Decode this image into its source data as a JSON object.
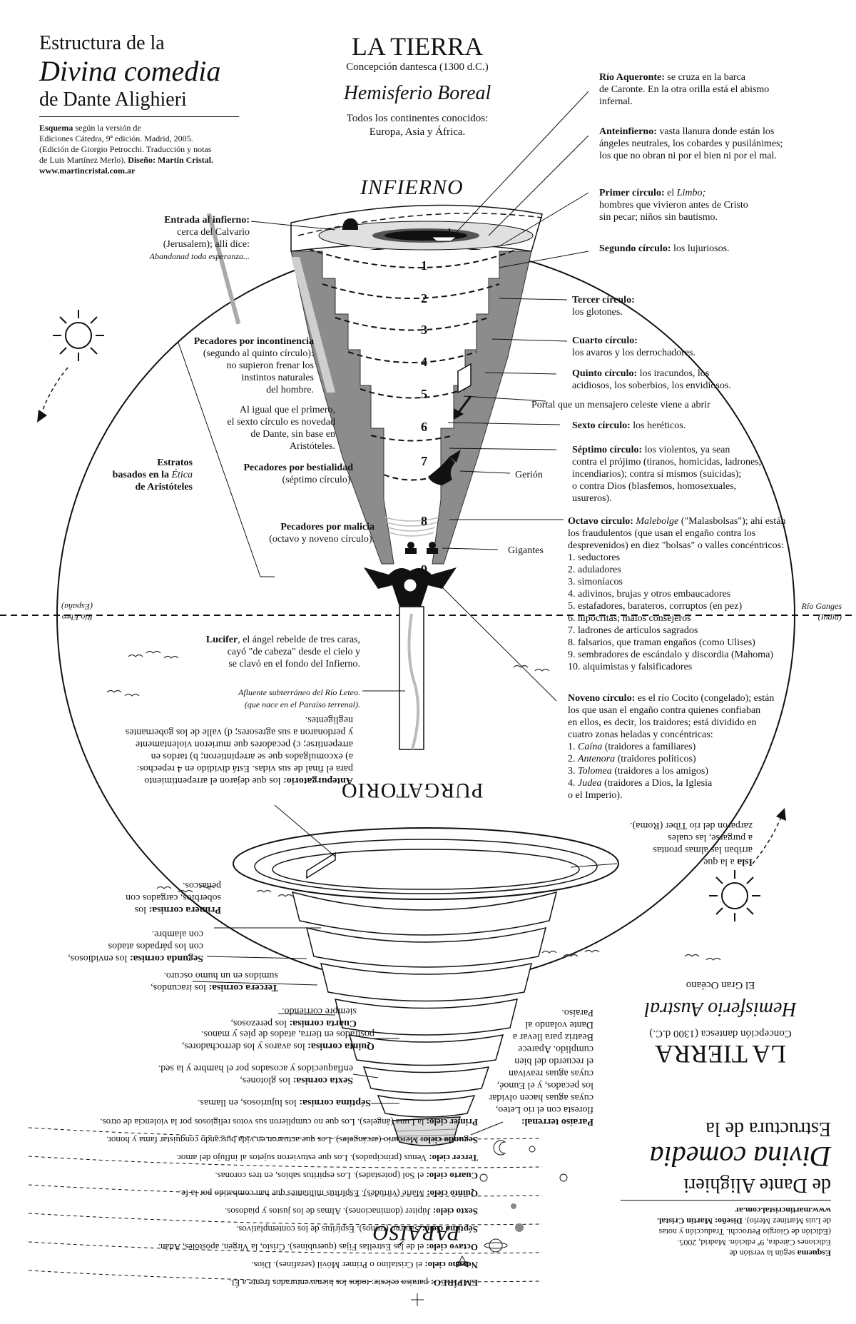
{
  "title_block": {
    "line1": "Estructura de la",
    "line2": "Divina comedia",
    "line3": "de Dante Alighieri",
    "credits_bold": "Esquema",
    "credits_1": " según la versión de",
    "credits_2": "Ediciones Cátedra, 9ª edición. Madrid, 2005.",
    "credits_3": "(Edición de Giorgio Petrocchi. Traducción y notas",
    "credits_4": "de Luis Martínez Merlo).",
    "credits_design": " Diseño: Martín Cristal.",
    "url": "www.martincristal.com.ar"
  },
  "earth_block": {
    "title": "LA TIERRA",
    "subtitle": "Concepción dantesca (1300 d.C.)",
    "hemisphere": "Hemisferio Boreal",
    "continents_1": "Todos los continentes conocidos:",
    "continents_2": "Europa, Asia y África."
  },
  "austral_block": {
    "title": "LA TIERRA",
    "subtitle": "Concepción dantesca (1300 d.C.)",
    "hemisphere": "Hemisferio Austral",
    "ocean": "El Gran Océano"
  },
  "sections": {
    "inferno": "INFIERNO",
    "purgatory": "PURGATORIO",
    "paradise": "PARAÍSO"
  },
  "circle_numbers": [
    "1",
    "2",
    "3",
    "4",
    "5",
    "6",
    "7",
    "8",
    "9"
  ],
  "left_notes": {
    "entrance_title": "Entrada al infierno:",
    "entrance_1": "cerca del Calvario",
    "entrance_2": "(Jerusalem); allí dice:",
    "entrance_3": "Abandonad toda esperanza...",
    "incont_title": "Pecadores por incontinencia",
    "incont_1": "(segundo al quinto círculo):",
    "incont_2": "no supieron frenar los",
    "incont_3": "instintos naturales",
    "incont_4": "del hombre.",
    "sixth_1": "Al igual que el primero,",
    "sixth_2": "el sexto círculo es novedad",
    "sixth_3": "de Dante, sin base en",
    "sixth_4": "Aristóteles.",
    "strata_1": "Estratos",
    "strata_2a": "basados en la ",
    "strata_2b": "Ética",
    "strata_3": "de Aristóteles",
    "bestial_title": "Pecadores por bestialidad",
    "bestial_1": "(séptimo círculo).",
    "malice_title": "Pecadores por malicia",
    "malice_1": "(octavo y noveno círculo).",
    "lucifer_title": "Lucifer",
    "lucifer_1": ", el ángel rebelde de tres caras,",
    "lucifer_2": "cayó \"de cabeza\" desde el cielo y",
    "lucifer_3": "se clavó en el fondo del Infierno.",
    "lete_1": "Afluente subterráneo del Río Leteo.",
    "lete_2": "(que nace en el Paraíso terrenal)."
  },
  "right_notes": {
    "acheron_title": "Río Aqueronte:",
    "acheron_1": " se cruza en la barca",
    "acheron_2": "de Caronte. En la otra orilla está el abismo",
    "acheron_3": "infernal.",
    "ante_title": "Anteinfierno:",
    "ante_1": " vasta llanura donde están los",
    "ante_2": "ángeles neutrales, los cobardes y pusilánimes;",
    "ante_3": "los que no obran ni por el bien ni por el mal.",
    "c1_title": "Primer círculo:",
    "c1_a": " el ",
    "c1_b": "Limbo;",
    "c1_2": "hombres que vivieron antes de Cristo",
    "c1_3": "sin pecar; niños sin bautismo.",
    "c2_title": "Segundo círculo:",
    "c2_1": " los lujuriosos.",
    "c3_title": "Tercer círculo:",
    "c3_1": "los glotones.",
    "c4_title": "Cuarto círculo:",
    "c4_1": "los avaros y los derrochadores.",
    "c5_title": "Quinto círculo:",
    "c5_1": " los iracundos, los",
    "c5_2": "acidiosos, los soberbios, los envidiosos.",
    "portal": "Portal que un mensajero celeste viene a abrir",
    "c6_title": "Sexto círculo:",
    "c6_1": " los heréticos.",
    "c7_title": "Séptimo círculo:",
    "c7_1": " los violentos, ya sean",
    "c7_2": "contra el prójimo (tiranos, homicidas, ladrones,",
    "c7_3": "incendiarios); contra sí mismos (suicidas);",
    "c7_4": "o contra Dios (blasfemos, homosexuales,",
    "c7_5": "usureros).",
    "gerion": "Gerión",
    "gigantes": "Gigantes",
    "c8_title": "Octavo círculo:",
    "c8_a": " ",
    "c8_b": "Malebolge",
    "c8_c": " (\"Malasbolsas\"); ahí están",
    "c8_2": "los fraudulentos (que usan el engaño contra los",
    "c8_3": "desprevenidos) en diez \"bolsas\" o valles concéntricos:",
    "c8_list": [
      "1. seductores",
      "2. aduladores",
      "3. simoníacos",
      "4. adivinos, brujas y otros embaucadores",
      "5. estafadores, barateros, corruptos (en pez)",
      "6. hipócritas; malos consejeros",
      "7. ladrones de artículos sagrados",
      "8. falsarios, que traman engaños (como Ulises)",
      "9. sembradores de escándalo y discordia (Mahoma)",
      "10. alquimistas y falsificadores"
    ],
    "c9_title": "Noveno círculo:",
    "c9_1": " es el río Cocito (congelado); están",
    "c9_2": "los que usan el engaño contra quienes confiaban",
    "c9_3": "en ellos, es decir, los traidores; está dividido en",
    "c9_4": "cuatro zonas heladas y concéntricas:",
    "c9_z1a": "1. ",
    "c9_z1b": "Caína",
    "c9_z1c": " (traidores a familiares)",
    "c9_z2a": "2. ",
    "c9_z2b": "Antenora",
    "c9_z2c": " (traidores políticos)",
    "c9_z3a": "3. ",
    "c9_z3b": "Tolomea",
    "c9_z3c": " (traidores a los amigos)",
    "c9_z4a": "4. ",
    "c9_z4b": "Judea",
    "c9_z4c": " (traidores a Dios, la Iglesia",
    "c9_z5": "o el Imperio).",
    "ganges_1": "Río Ganges",
    "ganges_2": "(India)",
    "ebro_1": "Río Ebro",
    "ebro_2": "(España)"
  },
  "purgatory_notes": {
    "ante_title": "Antepurgatorio:",
    "ante_1": " los que dejaron el arrepentimiento",
    "ante_2": "para el final de sus vidas. Está dividido en 4 repechos:",
    "ante_3": "a) excomulgados que se arrepintieron; b) tardos en",
    "ante_4": "arrepentirse; c) pecadores que murieron violentamente",
    "ante_5": "y perdonaron a sus agresores; d) valle de los gobernantes",
    "ante_6": "negligentes.",
    "isla_title": "Isla",
    "isla_1": " a la que",
    "isla_2": "arriban las almas prontas",
    "isla_3": "a purgarse, las cuales",
    "isla_4": "zarparon del río Tíber (Roma).",
    "p1_title": "Primera cornisa:",
    "p1_1": " los",
    "p1_2": "soberbios, cargados con",
    "p1_3": "peñascos.",
    "p2_title": "Segunda cornisa:",
    "p2_1": " los envidiosos,",
    "p2_2": "con los párpados atados",
    "p2_3": "con alambre.",
    "p3_title": "Tercera cornisa:",
    "p3_1": " los iracundos,",
    "p3_2": "sumidos en un humo oscuro.",
    "p4_title": "Cuarta cornisa:",
    "p4_1": " los perezosos,",
    "p4_2": "siempre corriendo.",
    "p5_title": "Quinta cornisa:",
    "p5_1": " los avaros y los derrochadores,",
    "p5_2": "postrados en tierra, atados de pies y manos.",
    "p6_title": "Sexta cornisa:",
    "p6_1": " los glotones,",
    "p6_2": "enflaquecidos y acosados por el hambre y la sed.",
    "p7_title": "Séptima cornisa:",
    "p7_1": " los lujuriosos, en llamas.",
    "terrenal_title": "Paraíso terrenal:",
    "terrenal_1": "floresta con el río Leteo,",
    "terrenal_2": "cuyas aguas hacen olvidar",
    "terrenal_3": "los pecados, y el Eunoé,",
    "terrenal_4": "cuyas aguas reavivan",
    "terrenal_5": "el recuerdo del bien",
    "terrenal_6": "cumplido. Aparece",
    "terrenal_7": "Beatriz para llevar a",
    "terrenal_8": "Dante volando al",
    "terrenal_9": "Paraíso."
  },
  "paradise_notes": [
    {
      "title": "Primer cielo:",
      "text": " la Luna (ángeles). Los que no cumplieron sus votos religiosos por la violencia de otros."
    },
    {
      "title": "Segundo cielo:",
      "text": " Mercurio (arcángeles). Los que actuaron en vida buscando conquistar fama y honor."
    },
    {
      "title": "Tercer cielo:",
      "text": " Venus (principados). Los que estuvieron sujetos al influjo del amor."
    },
    {
      "title": "Cuarto cielo:",
      "text": " el Sol (potestades). Los espíritus sabios, en tres coronas."
    },
    {
      "title": "Quinto cielo:",
      "text": " Marte (virtudes). Espíritus militantes que han combatido por la fe."
    },
    {
      "title": "Sexto cielo:",
      "text": " Júpiter (dominaciones). Almas de los justos y piadosos."
    },
    {
      "title": "Séptimo cielo:",
      "text": " Saturno (tronos). Espíritus de los contemplativos."
    },
    {
      "title": "Octavo cielo:",
      "text": " el de las Estrellas Fijas (querubines). Cristo, la Virgen, apóstoles, Adán."
    },
    {
      "title": "Noveno cielo:",
      "text": " el Cristalino o Primer Móvil (serafines). Dios."
    },
    {
      "title": "EMPÍREO:",
      "text": " paraíso celeste: todos los bienaventurados frente a Él."
    }
  ],
  "austral_credits": {
    "credits_bold": "Esquema",
    "credits_1": " según la versión de",
    "credits_2": "Ediciones Cátedra, 9ª edición. Madrid, 2005.",
    "credits_3": "(Edición de Giorgio Petrocchi. Traducción y notas",
    "credits_4": "de Luis Martínez Merlo).",
    "credits_design": " Diseño: Martín Cristal.",
    "url": "www.martincristal.com.ar",
    "line1": "Estructura de la",
    "line2": "Divina comedia",
    "line3": "de Dante Alighieri"
  },
  "colors": {
    "ink": "#111111",
    "gray": "#8a8a8a",
    "lightgray": "#cfcfcf",
    "pale": "#eeeeee"
  }
}
